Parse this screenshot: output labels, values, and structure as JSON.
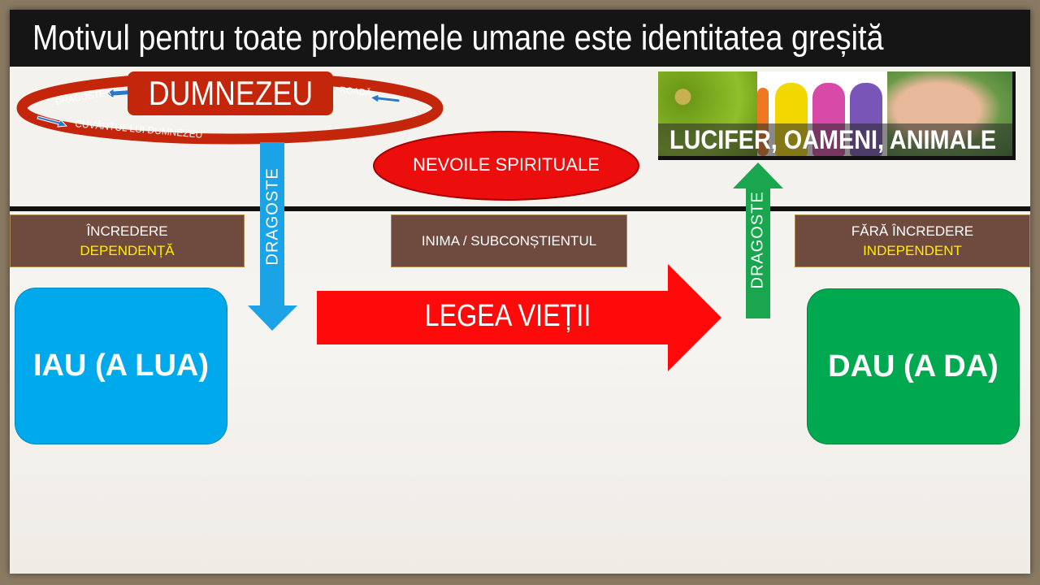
{
  "title": "Motivul pentru toate problemele umane este identitatea greșită",
  "god": {
    "label": "DUMNEZEU",
    "left_label": "DRAGOSTEA",
    "right_label": "ROADĂ",
    "bottom_label": "CUVÂNTUL LUI DUMNEZEU"
  },
  "spiritual_needs": "NEVOILE SPIRITUALE",
  "image_caption": "LUCIFER, OAMENI, ANIMALE",
  "left_arrow_label": "DRAGOSTE",
  "right_arrow_label": "DRAGOSTE",
  "left_box": {
    "line1": "ÎNCREDERE",
    "line2": "DEPENDENȚĂ"
  },
  "middle_box": "INIMA / SUBCONȘTIENTUL",
  "right_box": {
    "line1": "FĂRĂ ÎNCREDERE",
    "line2": "INDEPENDENT"
  },
  "law_arrow": "LEGEA VIEȚII",
  "take_box": "IAU (A LUA)",
  "give_box": "DAU (A DA)",
  "colors": {
    "red": "#c4260c",
    "blue": "#00a8ec",
    "green": "#00a84f",
    "brown": "#6f4b3f"
  }
}
